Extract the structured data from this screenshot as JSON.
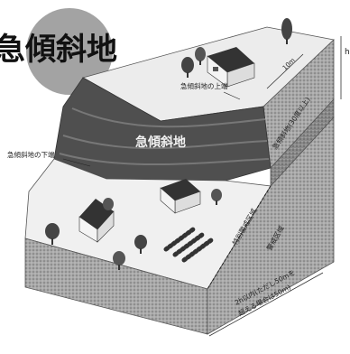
{
  "title": "急傾斜地",
  "labels": {
    "upper_edge": "急傾斜地の上端",
    "lower_edge": "急傾斜地の下端",
    "slope_center": "急傾斜地",
    "right_upper": "急傾斜地(30度以上)",
    "danger_zone": "特別警戒区域",
    "caution_zone": "警戒区域",
    "distance_top": "10m",
    "distance_note_1": "2h以内(ただし50mを",
    "distance_note_2": "超える場合は50m)",
    "height_h": "h"
  },
  "colors": {
    "title_circle": "#a3a3a3",
    "ground_light": "#e8e8e8",
    "ground_mid": "#c8c8c8",
    "slope_dark": "#585858",
    "soil": "#a0a0a0",
    "line": "#303030"
  }
}
